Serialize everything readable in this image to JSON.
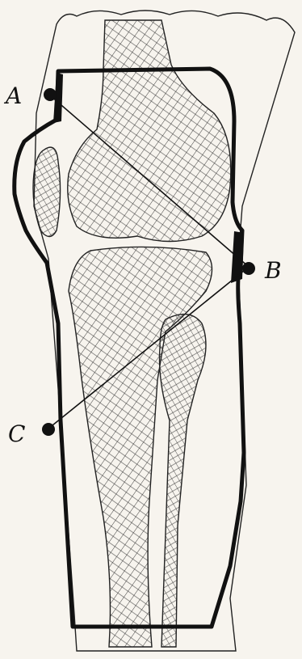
{
  "points": [
    {
      "id": "A",
      "label": "A"
    },
    {
      "id": "B",
      "label": "B"
    },
    {
      "id": "C",
      "label": "C"
    }
  ],
  "lines": [
    {
      "from": "A",
      "to": "B"
    },
    {
      "from": "B",
      "to": "C"
    }
  ],
  "colors": {
    "ink": "#111111",
    "paper": "#f7f4ee",
    "hatch": "#2a2a2a"
  }
}
